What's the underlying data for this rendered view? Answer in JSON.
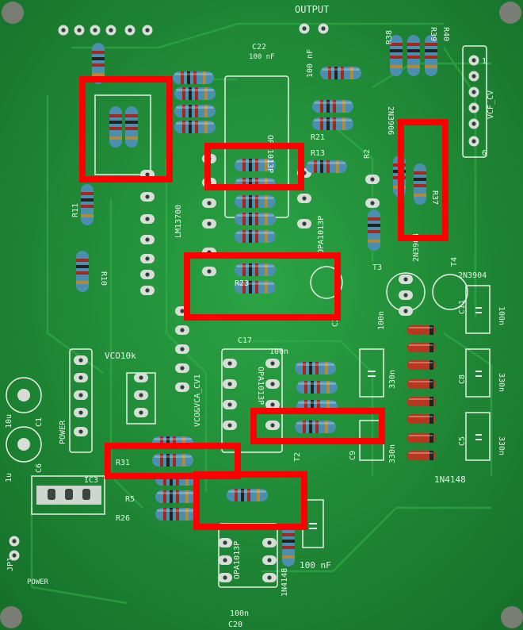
{
  "board": {
    "colors": {
      "board": "#23933a",
      "board_dark": "#1a7a2c",
      "trace": "#2aa343",
      "silk": "#e6f0e6",
      "pad": "#cfd6cf",
      "highlight": "#ff0000",
      "resistor_body": "#4a8fb0",
      "resistor_body_alt": "#5fa06a",
      "diode_body": "#b8371f"
    },
    "labels": {
      "output": "OUTPUT",
      "power": "POWER",
      "power_bottom": "POWER",
      "vco10k": "VCO10k",
      "vco_vca_cv1": "VCO&VCA_CV1",
      "vcf_cv": "VCF_CV",
      "ic1": "LM13700",
      "ic2": "OPA1013P",
      "ic3": "OPA1013P",
      "ic4": "OPA1013P",
      "ic5": "OPA1013P",
      "ic_reg": "IC3",
      "r23": "R23",
      "r31": "R31",
      "r5": "R5",
      "r26": "R26",
      "r13": "R13",
      "r21": "R21",
      "r2": "R2",
      "r11": "R11",
      "r10": "R10",
      "r38": "R38",
      "r39": "R39",
      "r40": "R40",
      "r37": "R37",
      "t3": "T3",
      "t4": "T4",
      "t2": "T2",
      "q_2n3904_a": "2N3904",
      "q_2n3904_b": "2N3904",
      "q_2n3906": "2N3906",
      "c17": "C17",
      "c20": "C20",
      "c22": "C22",
      "c11": "C11",
      "c8": "C8",
      "c5": "C5",
      "c9": "C9",
      "c6": "C6",
      "c1": "C1",
      "c2": "C2",
      "c100n_a": "100n",
      "c100n_b": "100n",
      "c100n_c": "100n",
      "c100n_d": "100n",
      "c100nf_a": "100 nF",
      "c100nf_b": "100 nF",
      "c330n_a": "330n",
      "c330n_b": "330n",
      "c330n_c": "330n",
      "c330n_d": "330n",
      "diode": "1N4148",
      "diode_b": "1N4148",
      "jp1": "JP1",
      "cap_1u": "1u",
      "cap_10u": "10u",
      "pin1": "1",
      "pin6": "6",
      "c22_val": "100 nF"
    }
  }
}
